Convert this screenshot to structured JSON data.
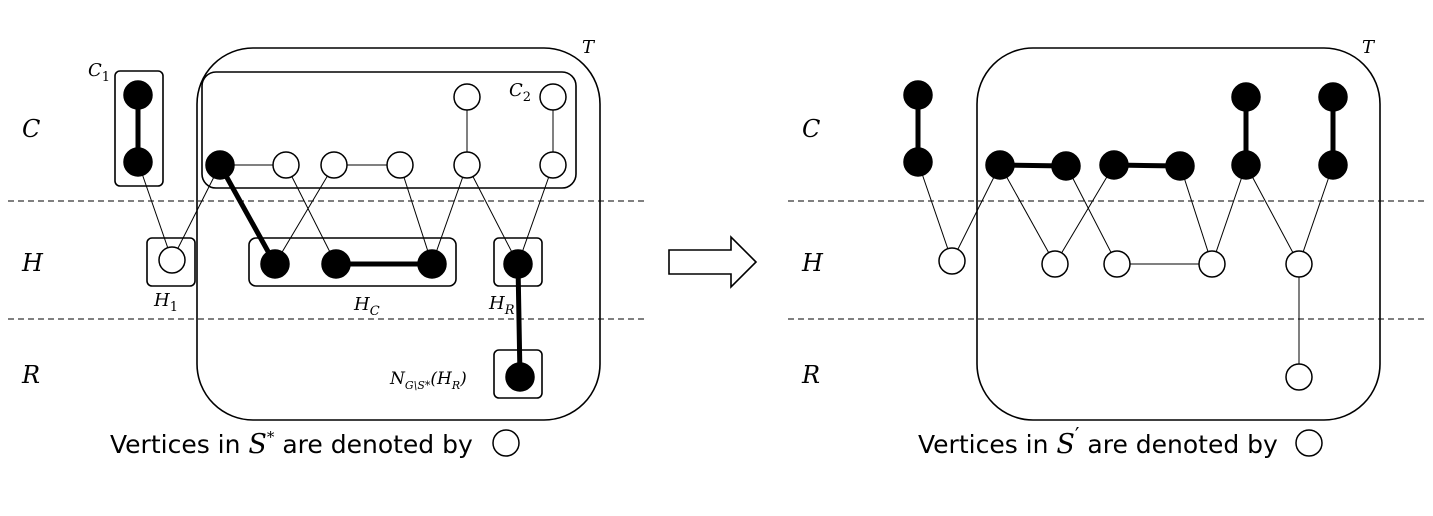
{
  "row_labels": [
    "C",
    "H",
    "R"
  ],
  "left_panel": {
    "box_T": "T",
    "box_C1": {
      "base": "C",
      "sub": "1"
    },
    "box_C2": {
      "base": "C",
      "sub": "2"
    },
    "box_H1": {
      "base": "H",
      "sub": "1"
    },
    "box_HC": {
      "base": "H",
      "sub": "C"
    },
    "box_HR": {
      "base": "H",
      "sub": "R"
    },
    "box_N": {
      "base": "N",
      "sub": "G\\S*",
      "tail": "(H",
      "tail_sub": "R",
      "close": ")"
    },
    "caption": {
      "prefix": "Vertices in ",
      "set": "S",
      "set_sup": "*",
      "suffix": " are denoted by"
    }
  },
  "right_panel": {
    "box_T": "T",
    "caption": {
      "prefix": "Vertices in ",
      "set": "S",
      "set_sup": "′",
      "suffix": " are denoted by"
    }
  },
  "colors": {
    "stroke": "#000000",
    "filled": "#000000",
    "open": "#ffffff"
  }
}
